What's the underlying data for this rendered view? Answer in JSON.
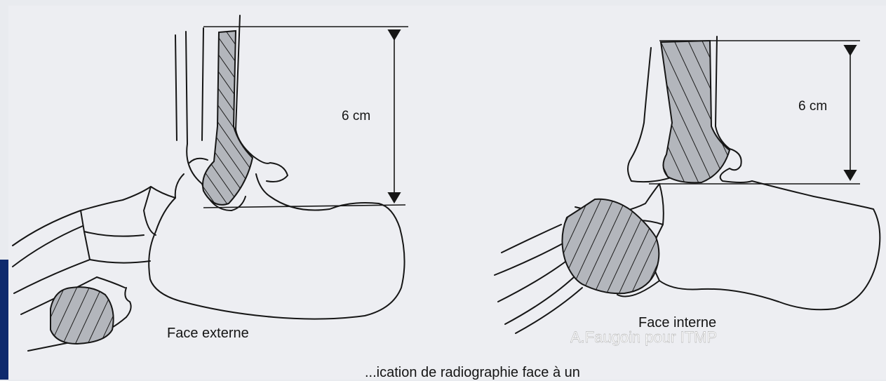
{
  "figure": {
    "left_measure": "6 cm",
    "right_measure": "6 cm",
    "left_caption": "Face externe",
    "right_caption": "Face interne",
    "credit": "A.Faugoin pour ITMP",
    "bottom_line": "...ication de radiographie face à un"
  },
  "colors": {
    "background": "#e9ebef",
    "paper": "#edeef2",
    "ink": "#161616",
    "hatch_fill": "#b3b6bc",
    "edge_bar": "#0e2a6d"
  }
}
